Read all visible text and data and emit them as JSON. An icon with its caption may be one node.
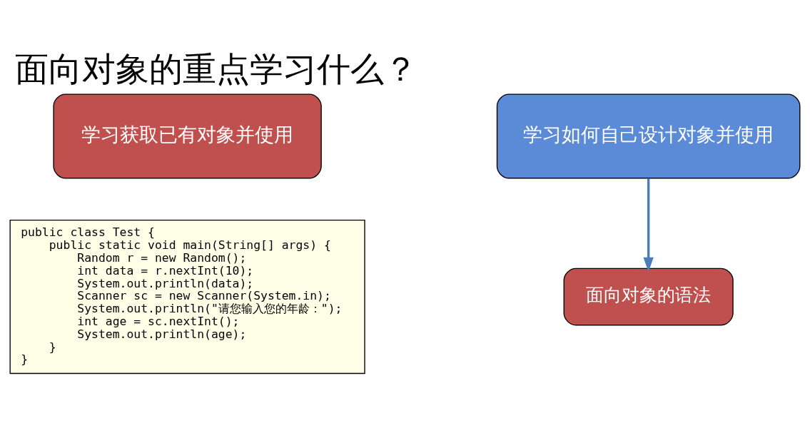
{
  "diagram": {
    "title": "面向对象的重点学习什么？",
    "nodes": [
      {
        "text": [
          "学习获取已有对象并使用"
        ]
      },
      {
        "text": [
          "public class Test {",
          "    public static void main(String[] args) {",
          "        Random r = new Random();",
          "        int data = r.nextInt(10);",
          "        System.out.println(data);",
          "        Scanner sc = new Scanner(System.in);",
          "        System.out.println(\"请您输入您的年龄：\");",
          "        int age = sc.nextInt();",
          "        System.out.println(age);",
          "    }",
          "}"
        ]
      },
      {
        "text": [
          "学习如何自己设计对象并使用"
        ]
      },
      {
        "text": [
          "面向对象的语法"
        ]
      }
    ],
    "edges": [
      {
        "from": 2,
        "to": 3,
        "arrow": "to"
      }
    ]
  }
}
